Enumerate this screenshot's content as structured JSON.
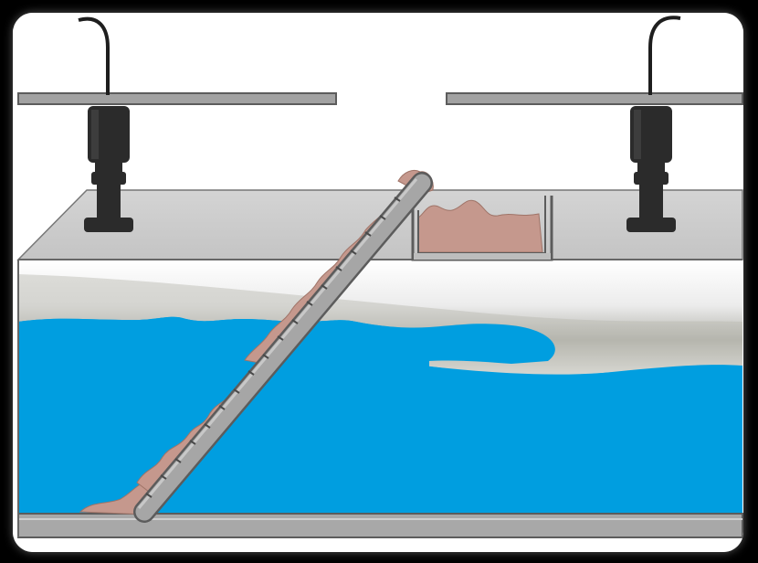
{
  "diagram": {
    "subject": "belt-skimmer-tank",
    "colors": {
      "background": "#ffffff",
      "frame": "#000000",
      "water": "#009ee0",
      "water_edge": "#0a8fcf",
      "oil": "#c5988d",
      "oil_edge": "#9f7468",
      "tank_top": "#c9c9c9",
      "tank_top_light": "#e2e2e2",
      "tank_wall_shade": "#a9a9a3",
      "steel": "#a0a0a0",
      "steel_edge": "#5c5c5c",
      "sensor": "#2b2b2b",
      "cable": "#1e1e1e"
    },
    "components": [
      {
        "name": "left-sensor",
        "icon": "level-sensor-icon"
      },
      {
        "name": "right-sensor",
        "icon": "level-sensor-icon"
      },
      {
        "name": "belt-skimmer",
        "icon": "conveyor-belt-icon"
      },
      {
        "name": "collection-trough",
        "icon": "trough-icon"
      }
    ]
  }
}
